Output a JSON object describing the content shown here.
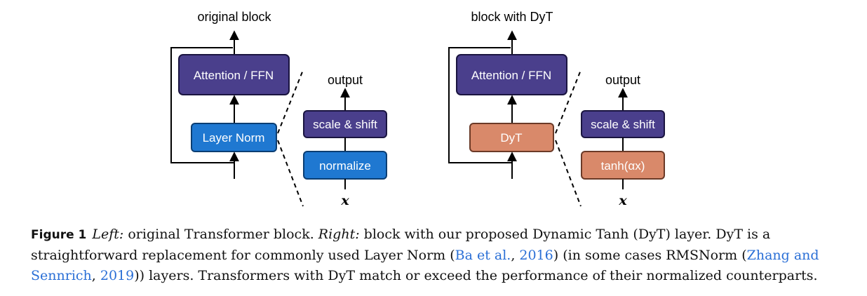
{
  "left": {
    "title": "original block",
    "attention_label": "Attention / FFN",
    "norm_label": "Layer Norm",
    "output_label": "output",
    "scale_label": "scale & shift",
    "inner_label": "normalize",
    "input_label": "x"
  },
  "right": {
    "title": "block with DyT",
    "attention_label": "Attention / FFN",
    "norm_label": "DyT",
    "output_label": "output",
    "scale_label": "scale & shift",
    "inner_label": "tanh(αx)",
    "input_label": "x"
  },
  "colors": {
    "purple": "#4a3f8c",
    "blue": "#1f78d1",
    "orange": "#d9896a",
    "citation": "#2a6fd6"
  },
  "caption": {
    "figure_label": "Figure 1",
    "left_label": "Left:",
    "t1": " original Transformer block. ",
    "right_label": "Right:",
    "t2": " block with our proposed Dynamic Tanh (DyT) layer. DyT is a",
    "t3": "straightforward replacement for commonly used Layer Norm (",
    "cite1": "Ba et al.",
    "t4": ", ",
    "cite2": "2016",
    "t5": ") (in some cases RMSNorm (",
    "cite3": "Zhang and",
    "cite3b": "Sennrich",
    "t6": ", ",
    "cite4": "2019",
    "t7": ")) layers. Transformers with DyT match or exceed the performance of their normalized counterparts."
  }
}
